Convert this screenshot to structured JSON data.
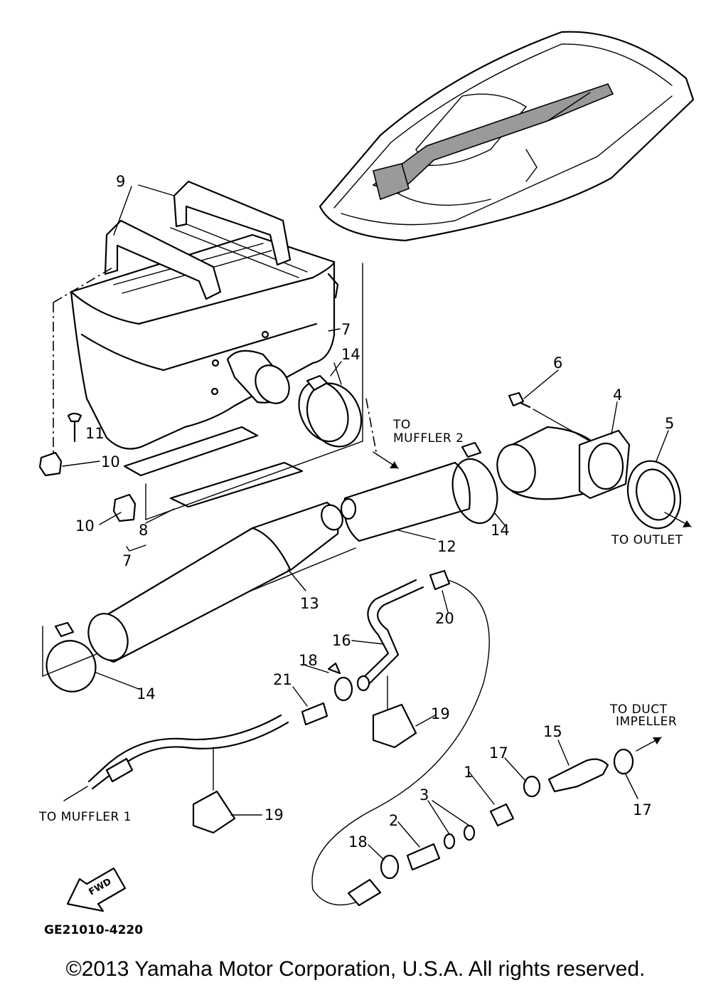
{
  "diagram_code": "GE21010-4220",
  "copyright": "©2013 Yamaha Motor Corporation, U.S.A. All rights reserved.",
  "fwd_label": "FWD",
  "callouts": {
    "c1": "1",
    "c2": "2",
    "c3": "3",
    "c4": "4",
    "c5": "5",
    "c6": "6",
    "c7a": "7",
    "c7b": "7",
    "c8": "8",
    "c9": "9",
    "c10a": "10",
    "c10b": "10",
    "c11": "11",
    "c12": "12",
    "c13": "13",
    "c14a": "14",
    "c14b": "14",
    "c14c": "14",
    "c15": "15",
    "c16": "16",
    "c17a": "17",
    "c17b": "17",
    "c18a": "18",
    "c18b": "18",
    "c19a": "19",
    "c19b": "19",
    "c20": "20",
    "c21": "21"
  },
  "destinations": {
    "to_muffler_2_line1": "TO",
    "to_muffler_2_line2": "MUFFLER 2",
    "to_outlet": "TO OUTLET",
    "to_duct_line1": "TO DUCT",
    "to_duct_line2": "IMPELLER",
    "to_muffler_1": "TO MUFFLER 1"
  }
}
